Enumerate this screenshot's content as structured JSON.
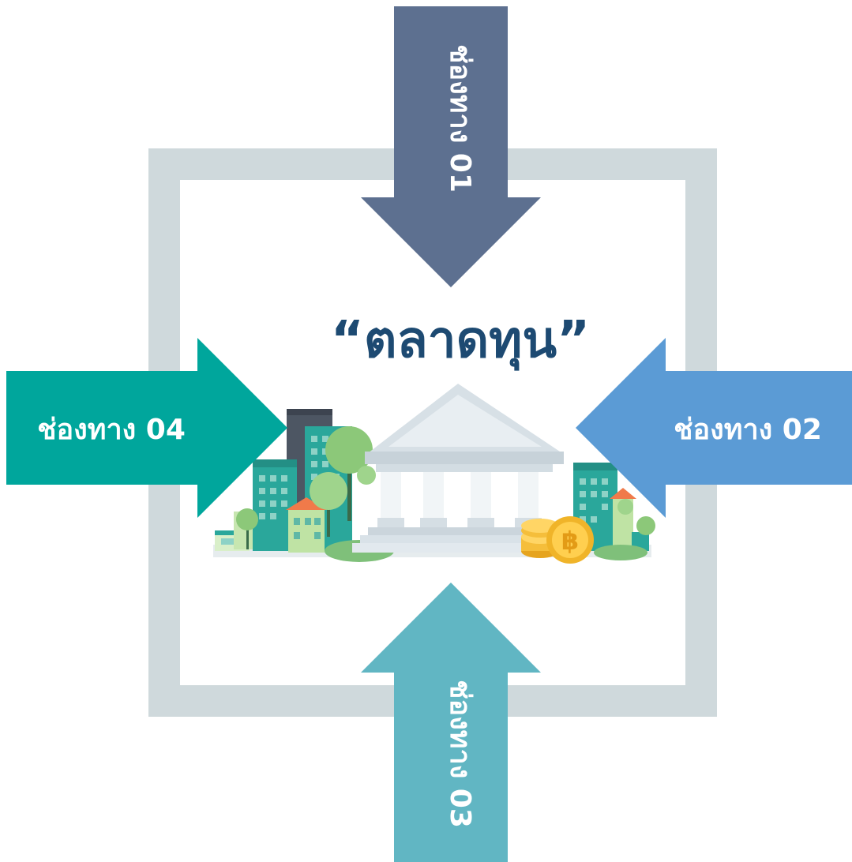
{
  "title": "“ตลาดทุน”",
  "channels": {
    "top": {
      "label": "ช่องทาง 01",
      "color": "#5d7090"
    },
    "right": {
      "label": "ช่องทาง 02",
      "color": "#5b9bd5"
    },
    "bottom": {
      "label": "ช่องทาง 03",
      "color": "#61b6c3"
    },
    "left": {
      "label": "ช่องทาง 04",
      "color": "#00a69c"
    }
  },
  "colors": {
    "frame": "#cfd9dc",
    "title": "#1d4a72"
  },
  "illustration": {
    "icon": "stock-exchange-building-city-coins-illustration",
    "currency_symbol": "฿"
  }
}
